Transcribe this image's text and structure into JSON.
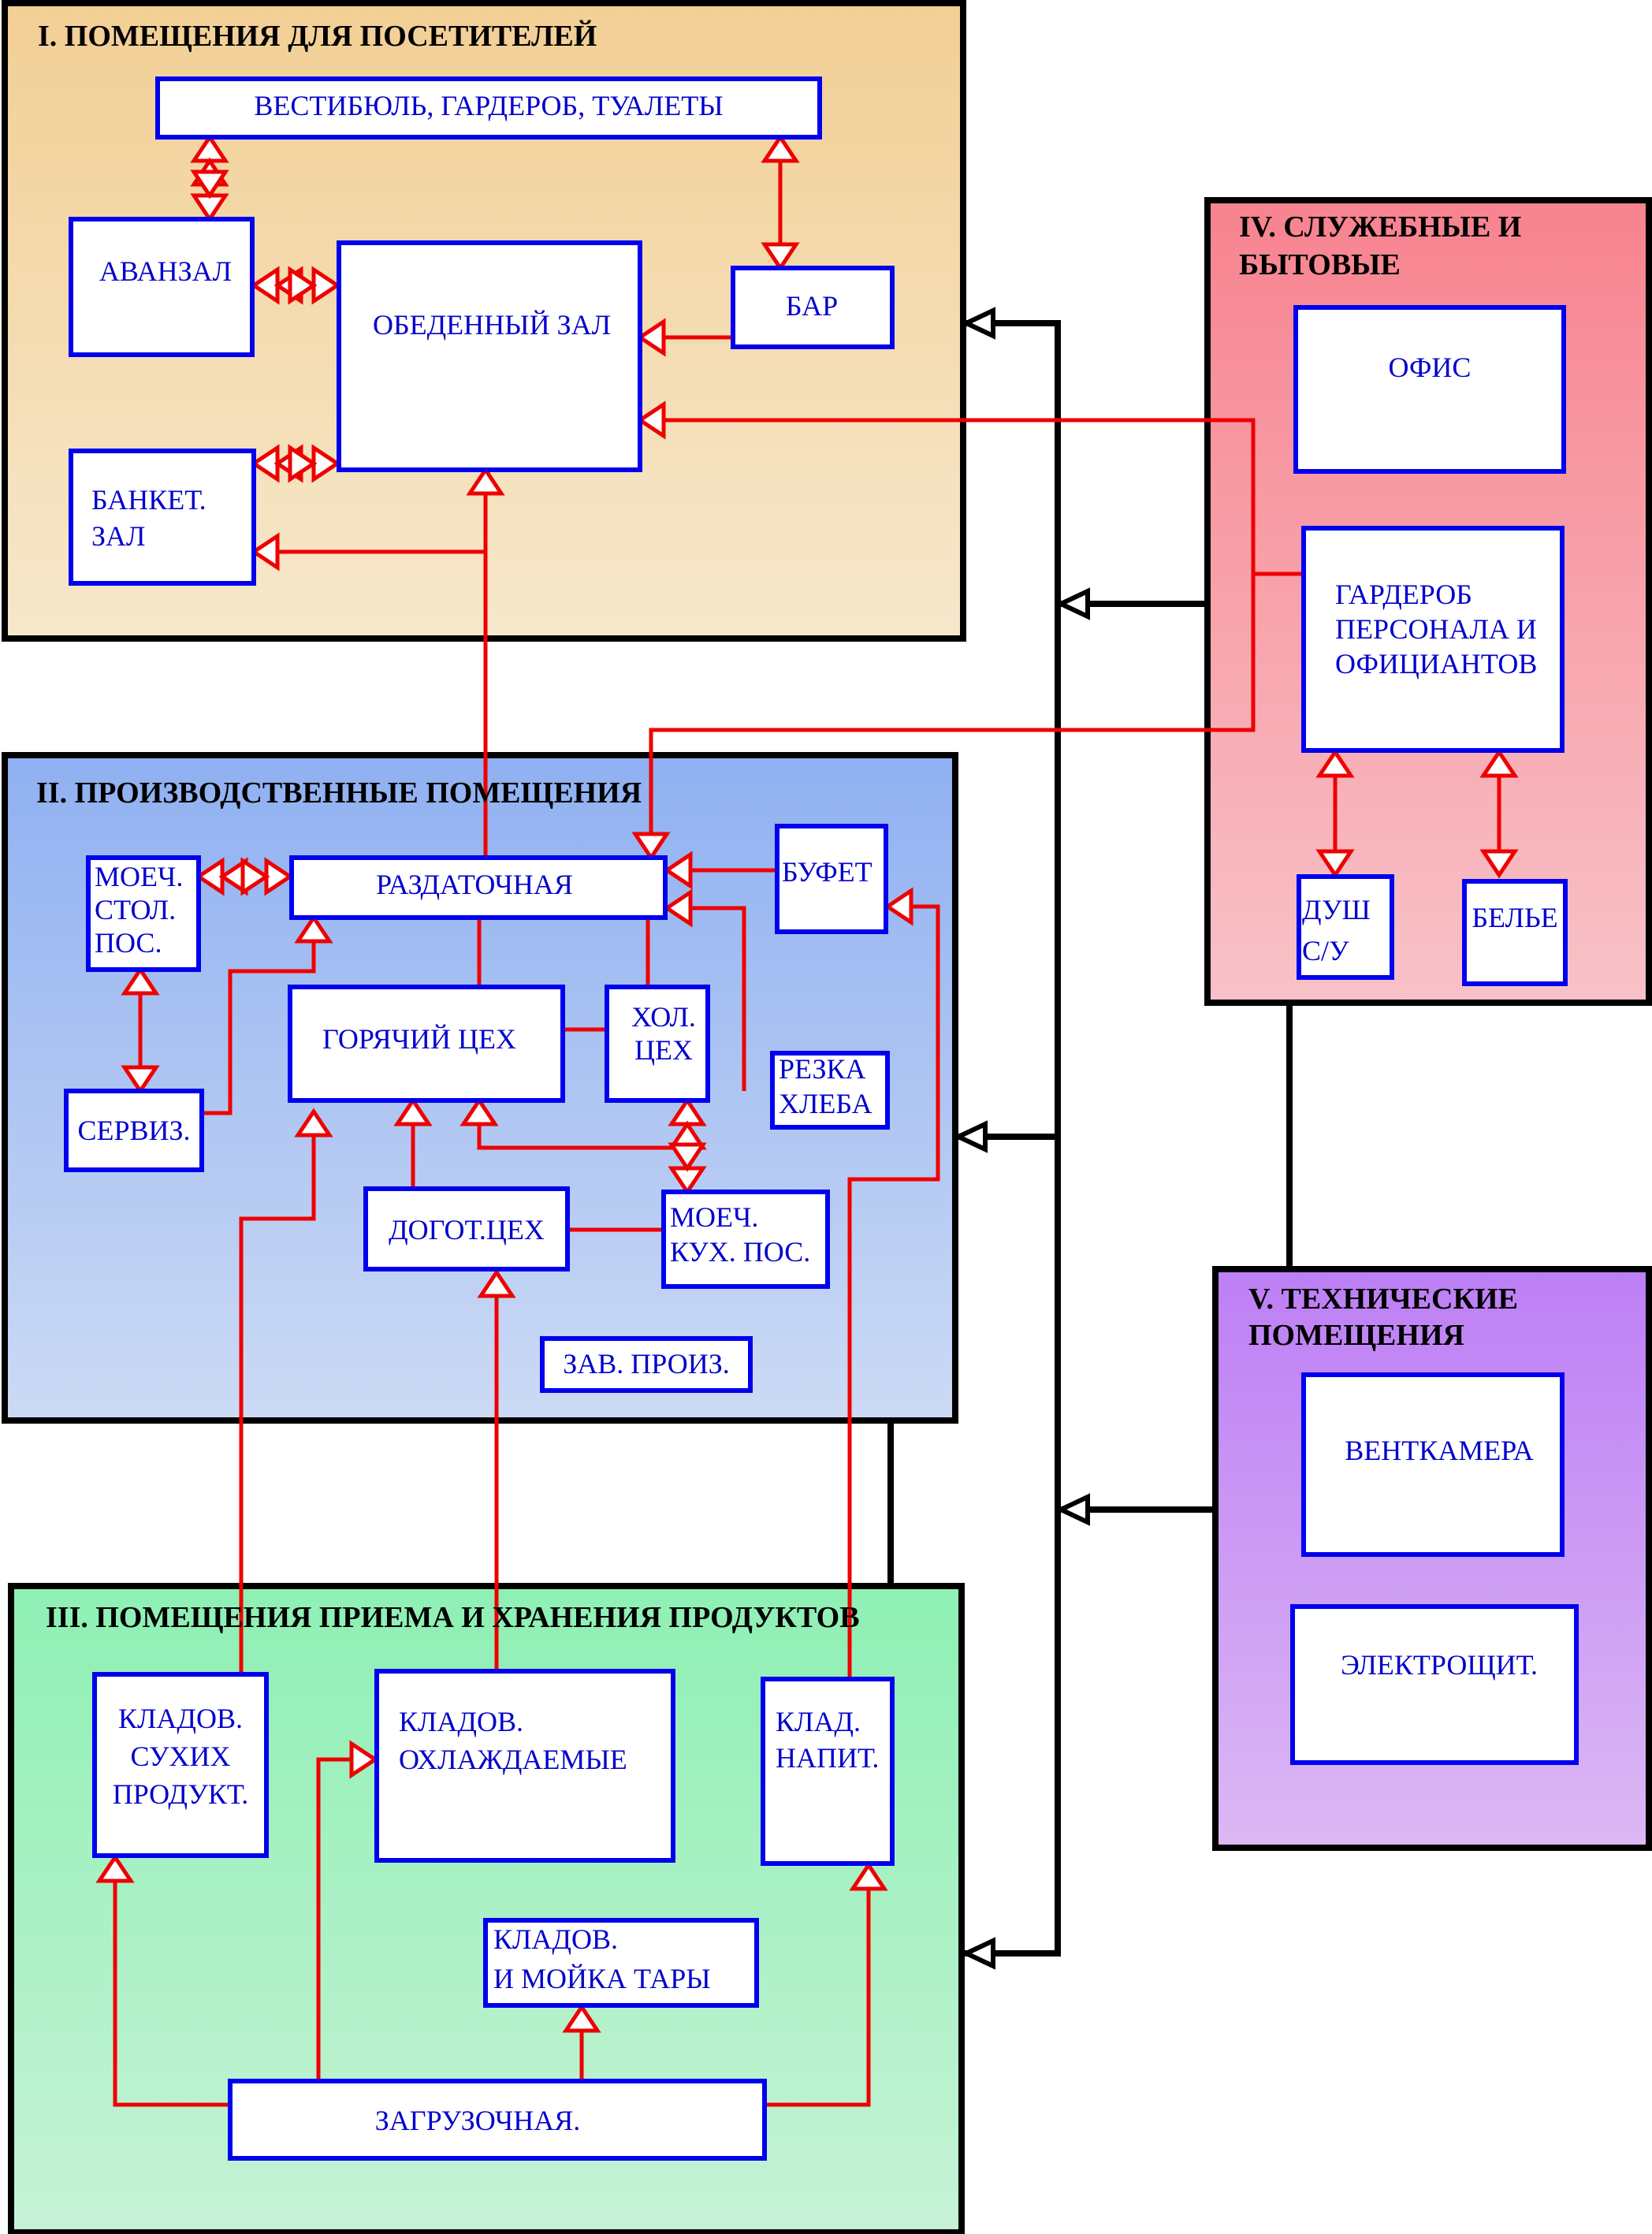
{
  "colors": {
    "panel_visitors": "#f2cf95",
    "panel_production": "#8fb0f1",
    "panel_storage": "#8ef0b4",
    "panel_service": "#f7838f",
    "panel_technical": "#bd7ff5",
    "box_border": "#0000ee",
    "box_text": "#0000cc",
    "flow_line": "#ee0000",
    "link_line": "#000000"
  },
  "panels": {
    "visitors": {
      "title": "I. ПОМЕЩЕНИЯ ДЛЯ ПОСЕТИТЕЛЕЙ"
    },
    "production": {
      "title": "II. ПРОИЗВОДСТВЕННЫЕ ПОМЕЩЕНИЯ"
    },
    "storage": {
      "title": "III. ПОМЕЩЕНИЯ ПРИЕМА И ХРАНЕНИЯ ПРОДУКТОВ"
    },
    "service": {
      "title_line1": "IV. СЛУЖЕБНЫЕ И",
      "title_line2": "БЫТОВЫЕ"
    },
    "technical": {
      "title_line1": "V. ТЕХНИЧЕСКИЕ",
      "title_line2": "ПОМЕЩЕНИЯ"
    }
  },
  "rooms": {
    "vestibule": "ВЕСТИБЮЛЬ, ГАРДЕРОБ, ТУАЛЕТЫ",
    "avanzal": "АВАНЗАЛ",
    "dining_hall": "ОБЕДЕННЫЙ ЗАЛ",
    "bar": "БАР",
    "banquet_line1": "БАНКЕТ.",
    "banquet_line2": "ЗАЛ",
    "dish_wash_line1": "МОЕЧ.",
    "dish_wash_line2": "СТОЛ.",
    "dish_wash_line3": "ПОС.",
    "distribution": "РАЗДАТОЧНАЯ",
    "buffet": "БУФЕТ",
    "serviz": "СЕРВИЗ.",
    "hot_shop": "ГОРЯЧИЙ ЦЕХ",
    "cold_shop_line1": "ХОЛ.",
    "cold_shop_line2": "ЦЕХ",
    "bread_line1": "РЕЗКА",
    "bread_line2": "ХЛЕБА",
    "prep_shop": "ДОГОТ.ЦЕХ",
    "kitchen_wash_line1": "МОЕЧ.",
    "kitchen_wash_line2": "КУХ. ПОС.",
    "production_head": "ЗАВ. ПРОИЗ.",
    "dry_store_line1": "КЛАДОВ.",
    "dry_store_line2": "СУХИХ",
    "dry_store_line3": "ПРОДУКТ.",
    "cold_store_line1": "КЛАДОВ.",
    "cold_store_line2": "ОХЛАЖДАЕМЫЕ",
    "drinks_store_line1": "КЛАД.",
    "drinks_store_line2": "НАПИТ.",
    "container_store_line1": "КЛАДОВ.",
    "container_store_line2": "И МОЙКА ТАРЫ",
    "loading": "ЗАГРУЗОЧНАЯ.",
    "office": "ОФИС",
    "staff_wardrobe_line1": "ГАРДЕРОБ",
    "staff_wardrobe_line2": "ПЕРСОНАЛА И",
    "staff_wardrobe_line3": "ОФИЦИАНТОВ",
    "shower_line1": "ДУШ",
    "shower_line2": "С/У",
    "linen": "БЕЛЬЕ",
    "ventilation": "ВЕНТКАМЕРА",
    "electrical": "ЭЛЕКТРОЩИТ."
  }
}
